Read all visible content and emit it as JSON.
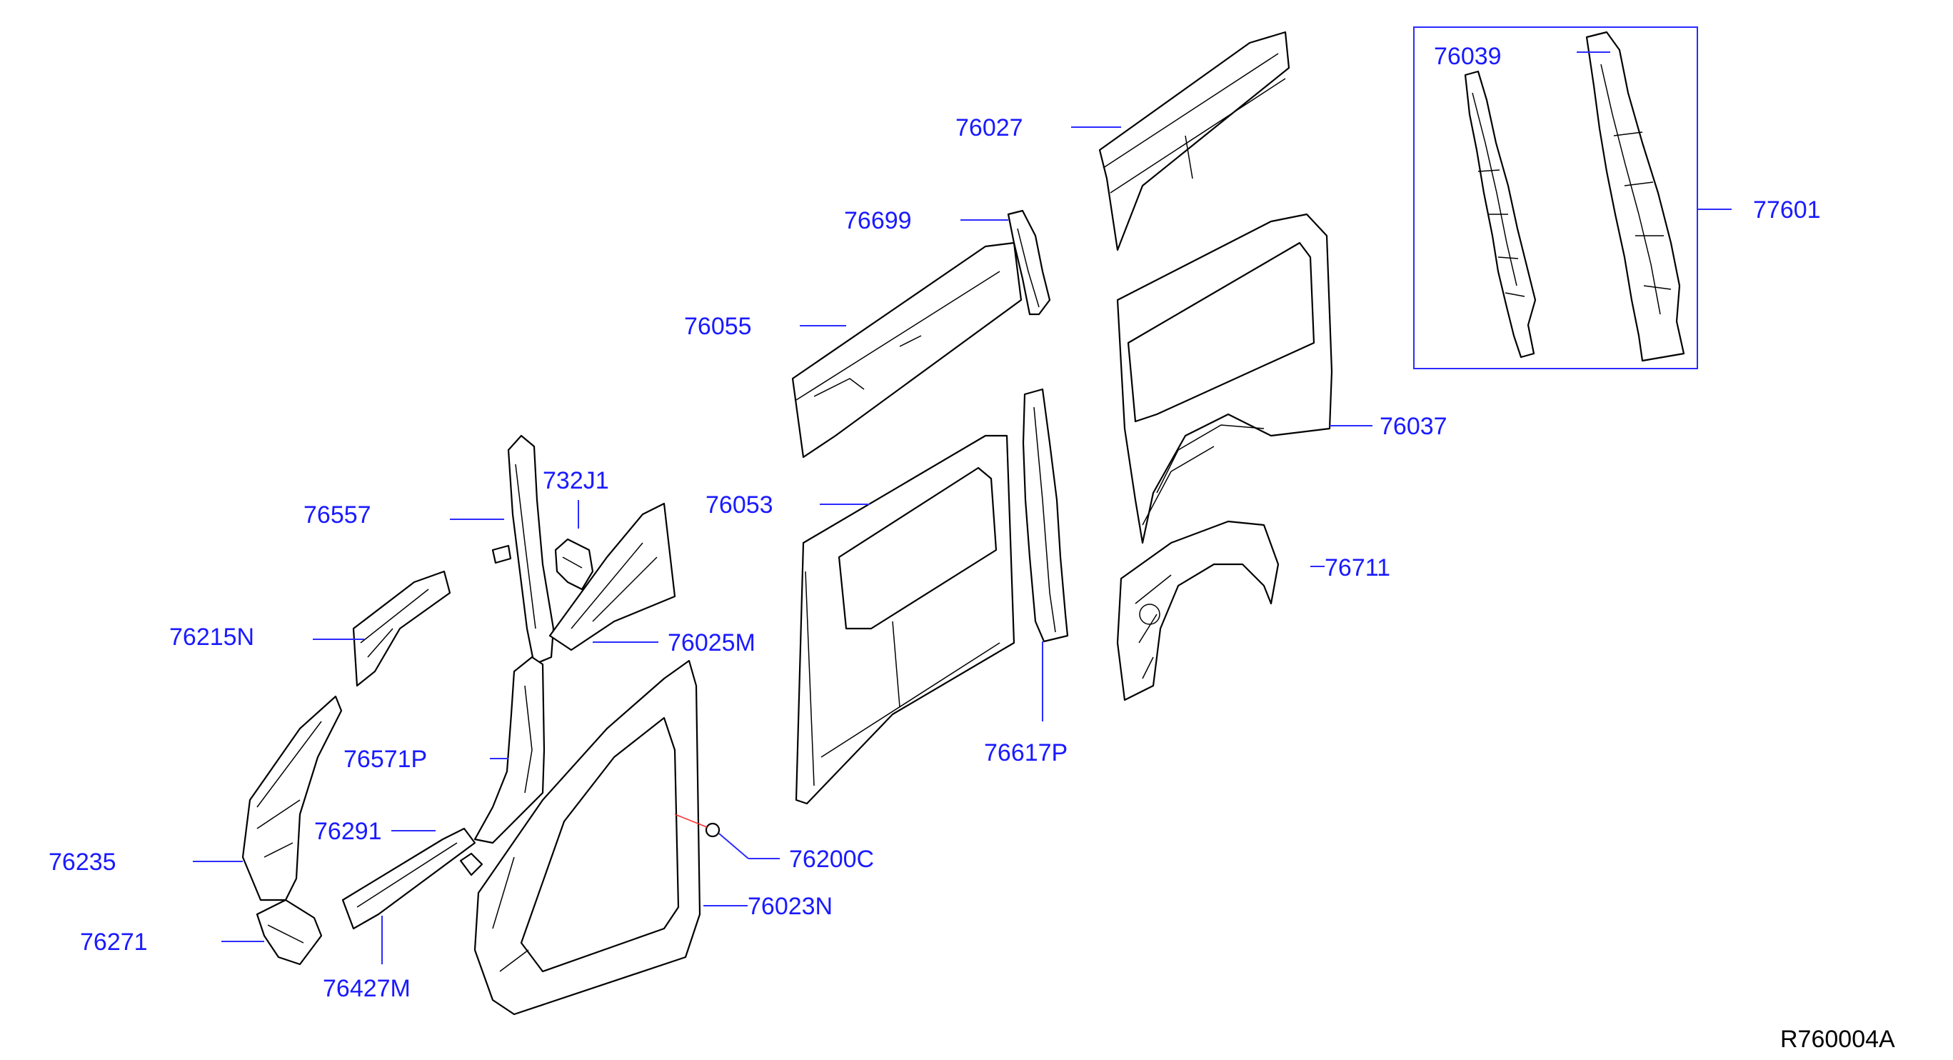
{
  "diagram_code": "R760004A",
  "parts": {
    "p76039": "76039",
    "p77601": "77601",
    "p76027": "76027",
    "p76699": "76699",
    "p76055": "76055",
    "p76037": "76037",
    "p76053": "76053",
    "p732J1": "732J1",
    "p76557": "76557",
    "p76711": "76711",
    "p76215N": "76215N",
    "p76025M": "76025M",
    "p76617P": "76617P",
    "p76571P": "76571P",
    "p76291": "76291",
    "p76200C": "76200C",
    "p76235": "76235",
    "p76023N": "76023N",
    "p76271": "76271",
    "p76427M": "76427M"
  }
}
